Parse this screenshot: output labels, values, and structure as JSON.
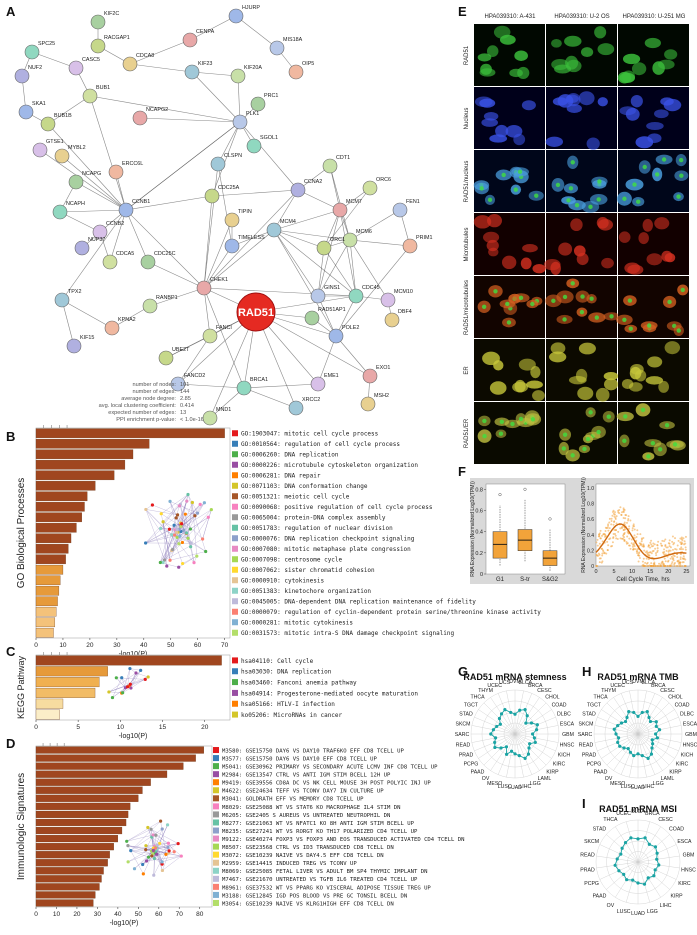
{
  "panels": {
    "A": {
      "letter": "A",
      "center_label": "RAD51",
      "nodes": [
        "KIF2C",
        "HJURP",
        "RACGAP1",
        "CENPA",
        "MIS18A",
        "SPC25",
        "CASC5",
        "CDCA8",
        "KIF23",
        "KIF20A",
        "OIP5",
        "NUF2",
        "BUB1",
        "PRC1",
        "SKA1",
        "BUB1B",
        "NCAPG2",
        "PLK1",
        "SGOL1",
        "GTSE1",
        "MYBL2",
        "CLSPN",
        "CDT1",
        "ERCC6L",
        "CCNA2",
        "ORC6",
        "NCAPG",
        "CCNB1",
        "CDC25A",
        "MCM7",
        "FEN1",
        "NCAPH",
        "CCNB2",
        "TIPIN",
        "MCM4",
        "MCM6",
        "PRIM1",
        "NUP37",
        "CDCA5",
        "CDC25C",
        "TIMELESS",
        "ORC1",
        "CHEK1",
        "GINS1",
        "CDC45",
        "MCM10",
        "DBF4",
        "TPX2",
        "RANBP1",
        "KPNA2",
        "KIF15",
        "FANCI",
        "RAD51AP1",
        "POLE2",
        "UBE2T",
        "EXO1",
        "FANCD2",
        "BRCA1",
        "EME1",
        "MSH2",
        "XRCC2",
        "MND1"
      ],
      "stats": [
        {
          "label": "number of nodes:",
          "value": "101"
        },
        {
          "label": "number of edges:",
          "value": "144"
        },
        {
          "label": "average node degree:",
          "value": "2.85"
        },
        {
          "label": "avg. local clustering coefficient:",
          "value": "0.414"
        },
        {
          "label": "expected number of edges:",
          "value": "13"
        },
        {
          "label": "PPI enrichment p-value:",
          "value": "< 1.0e-16"
        }
      ]
    },
    "B": {
      "letter": "B",
      "ylabel": "GO Biological Processes",
      "xlabel": "-log10(P)",
      "ticks": [
        "0",
        "10",
        "20",
        "30",
        "40",
        "50",
        "60",
        "70"
      ],
      "terms": [
        {
          "label": "GO:1903047: mitotic cell cycle process",
          "value": 70,
          "color": "#e41a1c"
        },
        {
          "label": "GO:0010564: regulation of cell cycle process",
          "value": 42,
          "color": "#377eb8"
        },
        {
          "label": "GO:0006260: DNA replication",
          "value": 36,
          "color": "#4daf4a"
        },
        {
          "label": "GO:0000226: microtubule cytoskeleton organization",
          "value": 33,
          "color": "#984ea3"
        },
        {
          "label": "GO:0006281: DNA repair",
          "value": 29,
          "color": "#ff7f00"
        },
        {
          "label": "GO:0071103: DNA conformation change",
          "value": 22,
          "color": "#d4c62a"
        },
        {
          "label": "GO:0051321: meiotic cell cycle",
          "value": 19,
          "color": "#a65628"
        },
        {
          "label": "GO:0090068: positive regulation of cell cycle process",
          "value": 18,
          "color": "#f781bf"
        },
        {
          "label": "GO:0065004: protein-DNA complex assembly",
          "value": 17,
          "color": "#999999"
        },
        {
          "label": "GO:0051783: regulation of nuclear division",
          "value": 15,
          "color": "#66c2a5"
        },
        {
          "label": "GO:0000076: DNA replication checkpoint signaling",
          "value": 13,
          "color": "#8da0cb"
        },
        {
          "label": "GO:0007080: mitotic metaphase plate congression",
          "value": 12,
          "color": "#e78ac3"
        },
        {
          "label": "GO:0007098: centrosome cycle",
          "value": 11,
          "color": "#a6d854"
        },
        {
          "label": "GO:0007062: sister chromatid cohesion",
          "value": 10,
          "color": "#ffd92f"
        },
        {
          "label": "GO:0000910: cytokinesis",
          "value": 9,
          "color": "#e5c494"
        },
        {
          "label": "GO:0051383: kinetochore organization",
          "value": 8.5,
          "color": "#8dd3c7"
        },
        {
          "label": "GO:0045005: DNA-dependent DNA replication maintenance of fidelity",
          "value": 8,
          "color": "#bebada"
        },
        {
          "label": "GO:0000079: regulation of cyclin-dependent protein serine/threonine kinase activity",
          "value": 7.5,
          "color": "#fb8072"
        },
        {
          "label": "GO:0000281: mitotic cytokinesis",
          "value": 7,
          "color": "#80b1d3"
        },
        {
          "label": "GO:0031573: mitotic intra-S DNA damage checkpoint signaling",
          "value": 6.5,
          "color": "#b3de69"
        }
      ]
    },
    "C": {
      "letter": "C",
      "ylabel": "KEGG Pathway",
      "xlabel": "-log10(P)",
      "ticks": [
        "0",
        "5",
        "10",
        "15",
        "20"
      ],
      "terms": [
        {
          "label": "hsa04110: Cell cycle",
          "value": 22,
          "color": "#e41a1c"
        },
        {
          "label": "hsa03030: DNA replication",
          "value": 8.5,
          "color": "#377eb8"
        },
        {
          "label": "hsa03460: Fanconi anemia pathway",
          "value": 7.5,
          "color": "#4daf4a"
        },
        {
          "label": "hsa04914: Progesterone-mediated oocyte maturation",
          "value": 7,
          "color": "#984ea3"
        },
        {
          "label": "hsa05166: HTLV-I infection",
          "value": 3.2,
          "color": "#ff7f00"
        },
        {
          "label": "ko05206: MicroRNAs in cancer",
          "value": 2.8,
          "color": "#d4c62a"
        }
      ]
    },
    "D": {
      "letter": "D",
      "ylabel": "Immunologic Signatures",
      "xlabel": "-log10(P)",
      "ticks": [
        "0",
        "10",
        "20",
        "30",
        "40",
        "50",
        "60",
        "70",
        "80"
      ],
      "terms": [
        {
          "label": "M3580: GSE15750 DAY6 VS DAY10 TRAF6KO EFF CD8 TCELL UP",
          "value": 82,
          "color": "#e41a1c"
        },
        {
          "label": "M3577: GSE15750 DAY6 VS DAY10 EFF CD8 TCELL UP",
          "value": 78,
          "color": "#377eb8"
        },
        {
          "label": "M5041: GSE30962 PRIMARY VS SECONDARY ACUTE LCMV INF CD8 TCELL UP",
          "value": 72,
          "color": "#4daf4a"
        },
        {
          "label": "M2984: GSE13547 CTRL VS ANTI IGM STIM BCELL 12H UP",
          "value": 64,
          "color": "#984ea3"
        },
        {
          "label": "M9419: GSE39556 CD8A DC VS NK CELL MOUSE 3H POST POLYIC INJ UP",
          "value": 56,
          "color": "#ff7f00"
        },
        {
          "label": "M4622: GSE24634 TEFF VS TCONV DAY7 IN CULTURE UP",
          "value": 52,
          "color": "#d4c62a"
        },
        {
          "label": "M3041: GOLDRATH EFF VS MEMORY CD8 TCELL UP",
          "value": 50,
          "color": "#a65628"
        },
        {
          "label": "M8029: GSE25088 WT VS STAT6 KO MACROPHAGE IL4 STIM DN",
          "value": 46,
          "color": "#f781bf"
        },
        {
          "label": "M6205: GSE2405 S AUREUS VS UNTREATED NEUTROPHIL DN",
          "value": 45,
          "color": "#999999"
        },
        {
          "label": "M8277: GSE21063 WT VS NFATC1 KO 8H ANTI IGM STIM BCELL UP",
          "value": 44,
          "color": "#66c2a5"
        },
        {
          "label": "M8235: GSE27241 WT VS RORGT KO TH17 POLARIZED CD4 TCELL UP",
          "value": 42,
          "color": "#8da0cb"
        },
        {
          "label": "M9122: GSE40274 FOXP3 VS FOXP3 AND EOS TRANSDUCED ACTIVATED CD4 TCELL DN",
          "value": 40,
          "color": "#e78ac3"
        },
        {
          "label": "M8507: GSE23568 CTRL VS ID3 TRANSDUCED CD8 TCELL DN",
          "value": 38,
          "color": "#a6d854"
        },
        {
          "label": "M3072: GSE10239 NAIVE VS DAY4.5 EFF CD8 TCELL DN",
          "value": 36,
          "color": "#ffd92f"
        },
        {
          "label": "M2959: GSE14415 INDUCED TREG VS TCONV UP",
          "value": 35,
          "color": "#e5c494"
        },
        {
          "label": "M8069: GSE25085 FETAL LIVER VS ADULT BM SP4 THYMIC IMPLANT DN",
          "value": 33,
          "color": "#8dd3c7"
        },
        {
          "label": "M7467: GSE21670 UNTREATED VS TGFB IL6 TREATED CD4 TCELL UP",
          "value": 32,
          "color": "#bebada"
        },
        {
          "label": "M8961: GSE37532 WT VS PPARG KO VISCERAL ADIPOSE TISSUE TREG UP",
          "value": 31,
          "color": "#fb8072"
        },
        {
          "label": "M3188: GSE12845 IGD POS BLOOD VS PRE GC TONSIL BCELL DN",
          "value": 29,
          "color": "#80b1d3"
        },
        {
          "label": "M3054: GSE10239 NAIVE VS KLRG1HIGH EFF CD8 TCELL DN",
          "value": 28,
          "color": "#b3de69"
        }
      ]
    },
    "E": {
      "letter": "E",
      "columns": [
        "HPA039310: A-431",
        "HPA039310: U-2 OS",
        "HPA039310: U-251 MG"
      ],
      "rows": [
        "RAD51",
        "Nucleus",
        "RAD51/nucleus",
        "Microtubules",
        "RAD51/microtubules",
        "ER",
        "RAD51/ER"
      ]
    },
    "F": {
      "letter": "F",
      "box_ylabel": "RNA Expression (Normalized Log10(TPM))",
      "box_categories": [
        "G1",
        "S-tr",
        "S&G2"
      ],
      "scatter_ylabel": "RNA Expression (Normalized Log10(TPM))",
      "scatter_xlabel": "Cell Cycle Time, hrs",
      "box_yticks": [
        "0",
        "0.2",
        "0.4",
        "0.6",
        "0.8"
      ],
      "scatter_yticks": [
        "0",
        "0.2",
        "0.4",
        "0.6",
        "0.8",
        "1.0"
      ],
      "scatter_xticks": [
        "0",
        "5",
        "10",
        "15",
        "20",
        "25"
      ]
    },
    "G": {
      "letter": "G",
      "title": "RAD51 mRNA stemness",
      "labels": [
        "UVM",
        "BLCA",
        "BRCA",
        "CESC",
        "CHOL",
        "COAD",
        "DLBC",
        "ESCA",
        "GBM",
        "HNSC",
        "KICH",
        "KIRC",
        "KIRP",
        "LAML",
        "LGG",
        "LIHC",
        "LUAD",
        "LUSC",
        "MESO",
        "OV",
        "PAAD",
        "PCPG",
        "PRAD",
        "READ",
        "SARC",
        "SKCM",
        "STAD",
        "TGCT",
        "THCA",
        "THYM",
        "UCEC",
        "UCS"
      ],
      "values": [
        0.45,
        0.55,
        0.6,
        0.5,
        0.35,
        0.45,
        0.55,
        0.5,
        0.4,
        0.45,
        0.5,
        0.4,
        0.45,
        0.55,
        0.6,
        0.5,
        0.45,
        0.4,
        0.5,
        0.35,
        0.45,
        0.55,
        0.5,
        0.45,
        0.55,
        0.5,
        0.45,
        0.4,
        0.5,
        0.55,
        0.6,
        0.5
      ]
    },
    "H": {
      "letter": "H",
      "title": "RAD51 mRNA TMB",
      "labels": [
        "UVM",
        "BLCA",
        "BRCA",
        "CESC",
        "CHOL",
        "COAD",
        "DLBC",
        "ESCA",
        "GBM",
        "HNSC",
        "KICH",
        "KIRC",
        "KIRP",
        "LAML",
        "LGG",
        "LIHC",
        "LUAD",
        "LUSC",
        "MESO",
        "OV",
        "PAAD",
        "PCPG",
        "PRAD",
        "READ",
        "SARC",
        "SKCM",
        "STAD",
        "TGCT",
        "THCA",
        "THYM",
        "UCEC",
        "UCS"
      ],
      "values": [
        0.4,
        0.5,
        0.55,
        0.45,
        0.4,
        0.5,
        0.45,
        0.5,
        0.4,
        0.45,
        0.35,
        0.4,
        0.45,
        0.55,
        0.6,
        0.5,
        0.45,
        0.5,
        0.45,
        0.4,
        0.45,
        0.5,
        0.5,
        0.45,
        0.5,
        0.55,
        0.5,
        0.45,
        0.4,
        0.45,
        0.55,
        0.5
      ]
    },
    "I": {
      "letter": "I",
      "title": "RAD51 mRNA MSI",
      "labels": [
        "BLCA",
        "BRCA",
        "CESC",
        "COAD",
        "ESCA",
        "GBM",
        "HNSC",
        "KIRC",
        "KIRP",
        "LIHC",
        "LGG",
        "LUAD",
        "LUSC",
        "OV",
        "PAAD",
        "PCPG",
        "PRAD",
        "READ",
        "SKCM",
        "STAD",
        "THCA",
        "UCEC"
      ],
      "values": [
        0.55,
        0.6,
        0.5,
        0.55,
        0.5,
        0.45,
        0.5,
        0.45,
        0.5,
        0.45,
        0.55,
        0.5,
        0.45,
        0.5,
        0.45,
        0.5,
        0.55,
        0.5,
        0.45,
        0.5,
        0.55,
        0.6
      ]
    }
  }
}
